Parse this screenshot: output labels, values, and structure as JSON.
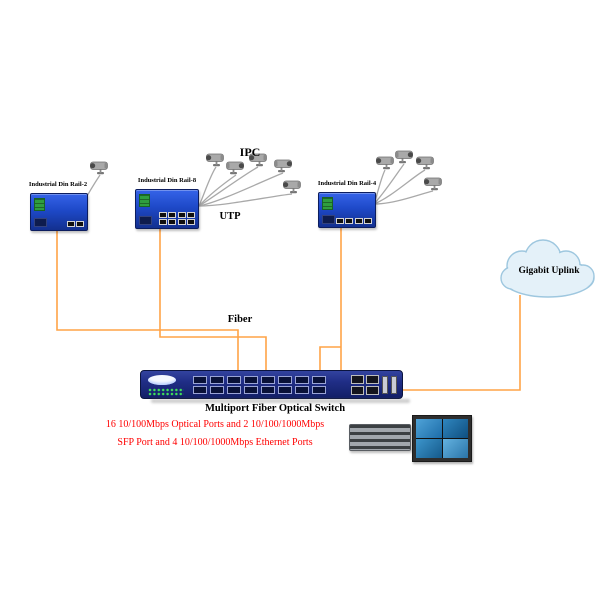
{
  "labels": {
    "ipc": "IPC",
    "utp": "UTP",
    "fiber": "Fiber",
    "cloud_uplink": "Gigabit Uplink",
    "switch_title": "Multiport Fiber Optical Switch",
    "switch_desc_line1": "16 10/100Mbps Optical Ports and 2 10/100/1000Mbps",
    "switch_desc_line2": "SFP Port and 4 10/100/1000Mbps Ethernet Ports"
  },
  "devices": {
    "din_rail_2": {
      "label": "Industrial Din Rail-2",
      "ports": 2
    },
    "din_rail_8": {
      "label": "Industrial Din Rail-8",
      "ports": 8
    },
    "din_rail_4": {
      "label": "Industrial Din Rail-4",
      "ports": 4
    }
  },
  "colors": {
    "fiber_line": "#FFA347",
    "utp_line": "#A9A9A9",
    "description_text": "#FF0000",
    "label_text": "#000000",
    "din_switch_body": "#1E49C8",
    "main_switch_body": "#202E86",
    "cloud_fill": "#E4F1F9",
    "cloud_outline": "#9EC7DF"
  }
}
